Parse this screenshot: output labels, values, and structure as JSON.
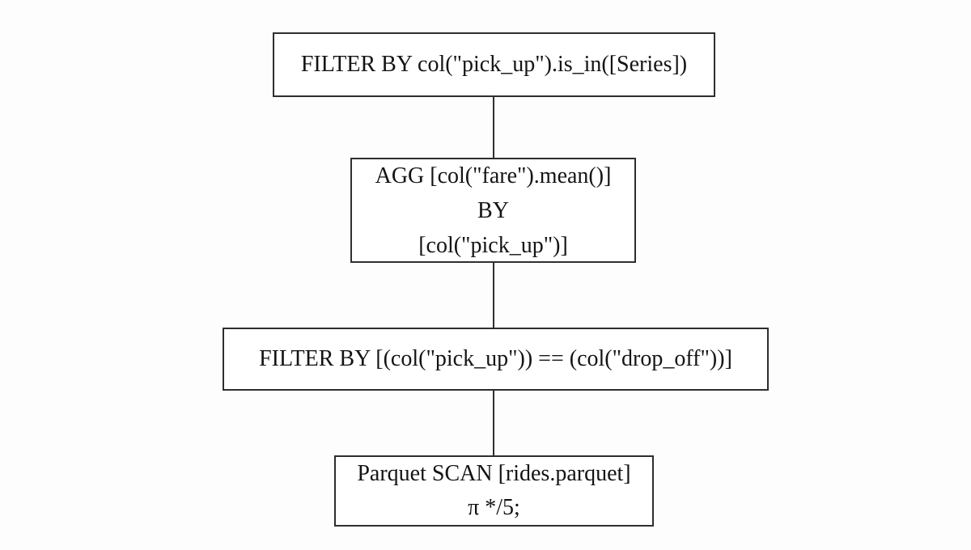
{
  "colors": {
    "background": "#fdfdfd",
    "box_fill": "#ffffff",
    "border": "#2e2e2e",
    "text": "#141414"
  },
  "nodes": [
    {
      "id": "filter-isin",
      "lines": [
        "FILTER BY col(\"pick_up\").is_in([Series])"
      ]
    },
    {
      "id": "aggregate",
      "lines": [
        "AGG [col(\"fare\").mean()]",
        "BY",
        "[col(\"pick_up\")]"
      ]
    },
    {
      "id": "filter-equality",
      "lines": [
        "FILTER BY [(col(\"pick_up\")) == (col(\"drop_off\"))]"
      ]
    },
    {
      "id": "parquet-scan",
      "lines": [
        "Parquet SCAN [rides.parquet]",
        "π */5;"
      ]
    }
  ],
  "edges": [
    {
      "from": "filter-isin",
      "to": "aggregate"
    },
    {
      "from": "aggregate",
      "to": "filter-equality"
    },
    {
      "from": "filter-equality",
      "to": "parquet-scan"
    }
  ]
}
